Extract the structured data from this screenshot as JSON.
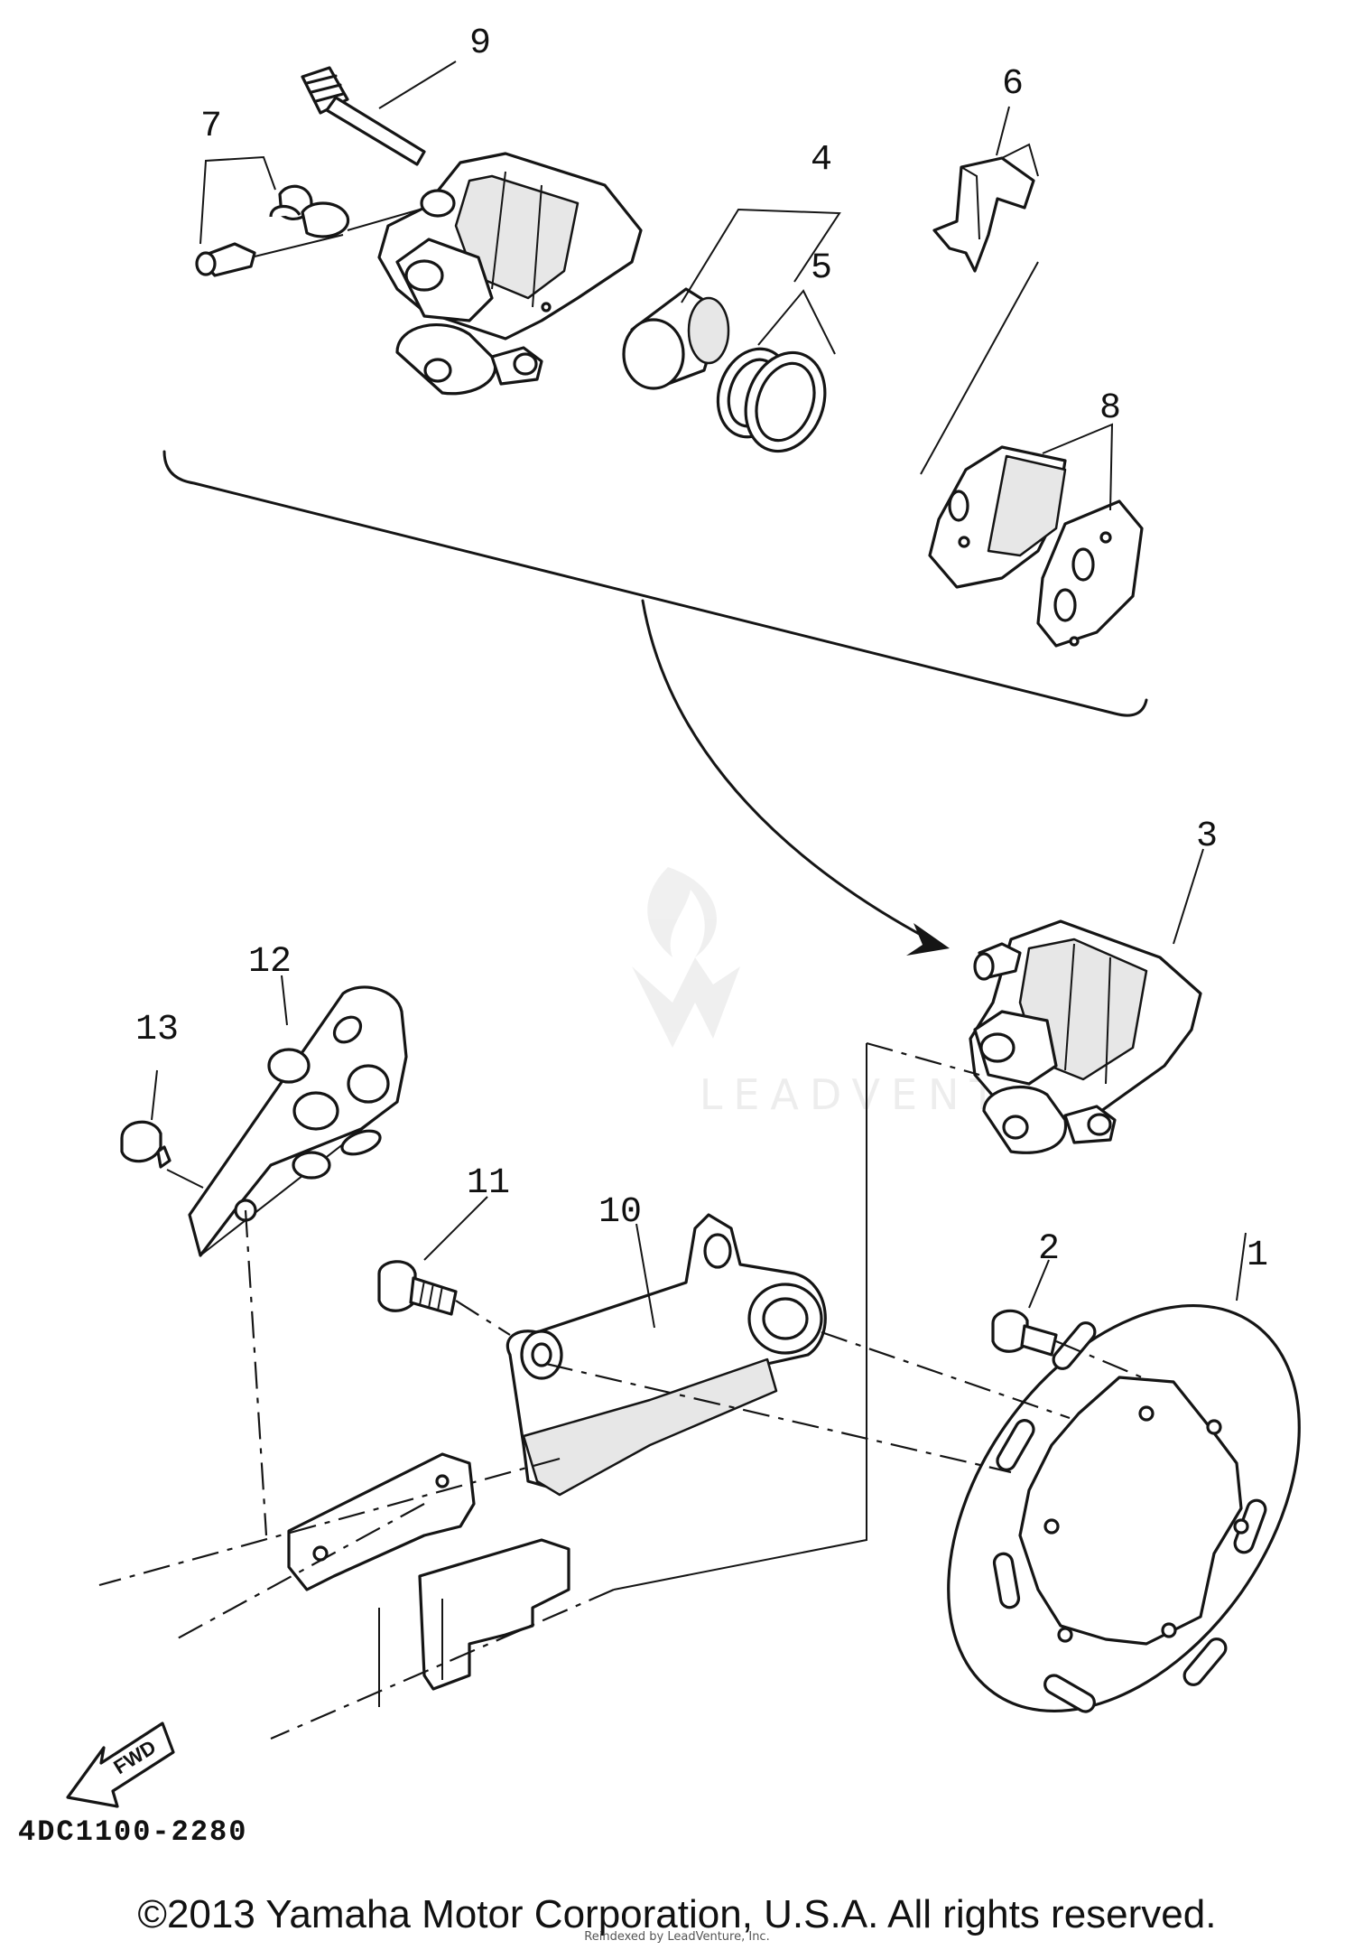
{
  "watermark": "LEADVENTURE",
  "callouts": {
    "c1": "1",
    "c2": "2",
    "c3": "3",
    "c4": "4",
    "c5": "5",
    "c6": "6",
    "c7": "7",
    "c8": "8",
    "c9": "9",
    "c10": "10",
    "c11": "11",
    "c12": "12",
    "c13": "13"
  },
  "fwd_label": "FWD",
  "diagram_code": "4DC1100-2280",
  "copyright": "©2013 Yamaha Motor Corporation, U.S.A. All rights reserved.",
  "footer_note": "Reindexed by LeadVenture, Inc."
}
